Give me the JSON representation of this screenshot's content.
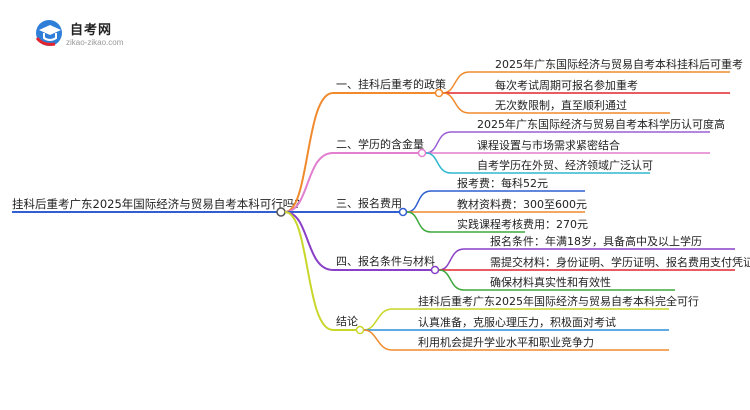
{
  "logo": {
    "name": "自考网",
    "url": "zikao-zikao.com"
  },
  "root": "挂科后重考广东2025年国际经济与贸易自考本科可行吗?",
  "branches": [
    {
      "label": "一、挂科后重考的政策",
      "color": "#f08a2c",
      "leaves": [
        "2025年广东国际经济与贸易自考本科挂科后可重考",
        "每次考试周期可报名参加重考",
        "无次数限制，直至顺利通过"
      ]
    },
    {
      "label": "二、学历的含金量",
      "color": "#e27fcf",
      "leaves": [
        "2025年广东国际经济与贸易自考本科学历认可度高",
        "课程设置与市场需求紧密结合",
        "自考学历在外贸、经济领域广泛认可"
      ]
    },
    {
      "label": "三、报名费用",
      "color": "#2f5fd0",
      "leaves": [
        "报考费：每科52元",
        "教材资料费：300至600元",
        "实践课程考核费用：270元"
      ]
    },
    {
      "label": "四、报名条件与材料",
      "color": "#8a3fc7",
      "leaves": [
        "报名条件：年满18岁，具备高中及以上学历",
        "需提交材料：身份证明、学历证明、报名费用支付凭证",
        "确保材料真实性和有效性"
      ]
    },
    {
      "label": "结论",
      "color": "#c9d62a",
      "leaves": [
        "挂科后重考广东2025年国际经济与贸易自考本科完全可行",
        "认真准备，克服心理压力，积极面对考试",
        "利用机会提升学业水平和职业竞争力"
      ]
    }
  ],
  "leaf_colors": [
    [
      "#f08a2c",
      "#e2262e",
      "#f08a2c"
    ],
    [
      "#9b5fd6",
      "#e27fcf",
      "#2fb8cf"
    ],
    [
      "#2f5fd0",
      "#f08a2c",
      "#3da83d"
    ],
    [
      "#8a3fc7",
      "#e2262e",
      "#3da83d"
    ],
    [
      "#c9d62a",
      "#2f8fd8",
      "#f08a2c"
    ]
  ]
}
